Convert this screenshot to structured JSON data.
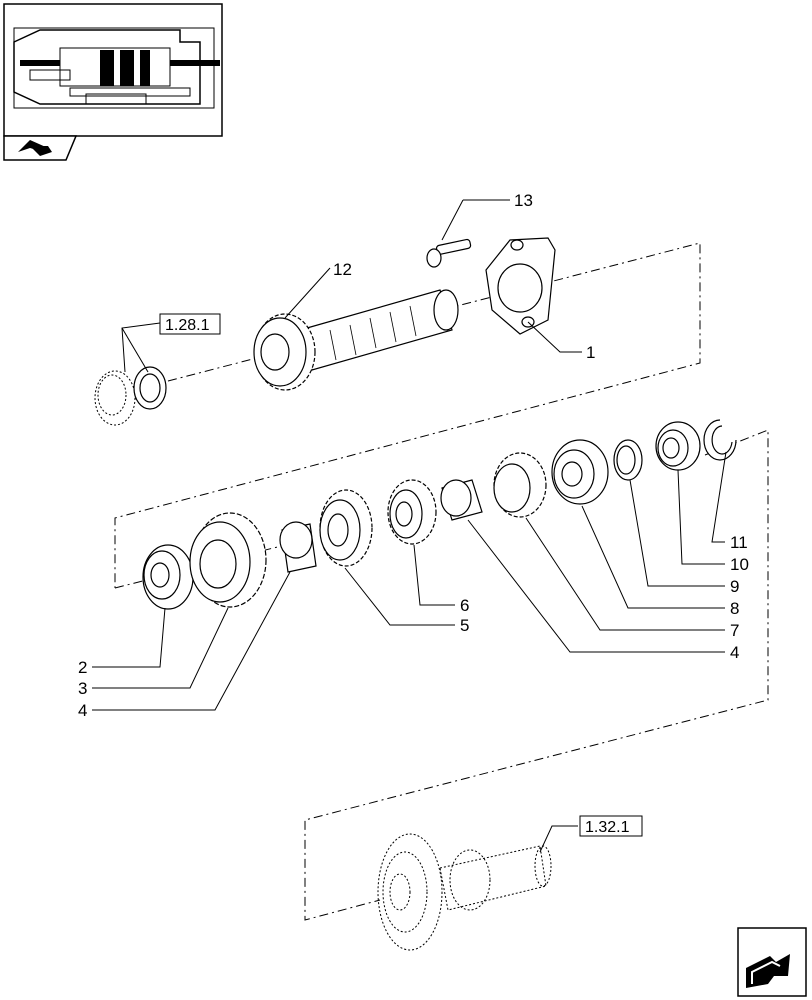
{
  "callouts": {
    "c1": "1",
    "c2": "2",
    "c3": "3",
    "c4a": "4",
    "c4b": "4",
    "c5": "5",
    "c6": "6",
    "c7": "7",
    "c8": "8",
    "c9": "9",
    "c10": "10",
    "c11": "11",
    "c12": "12",
    "c13": "13"
  },
  "refs": {
    "ref_top": "1.28.1",
    "ref_bottom": "1.32.1"
  },
  "icons": {
    "thumbnail": "transmission-section-thumbnail-icon",
    "nav_top": "page-back-arrow-icon",
    "nav_bottom": "page-forward-arrow-icon"
  }
}
